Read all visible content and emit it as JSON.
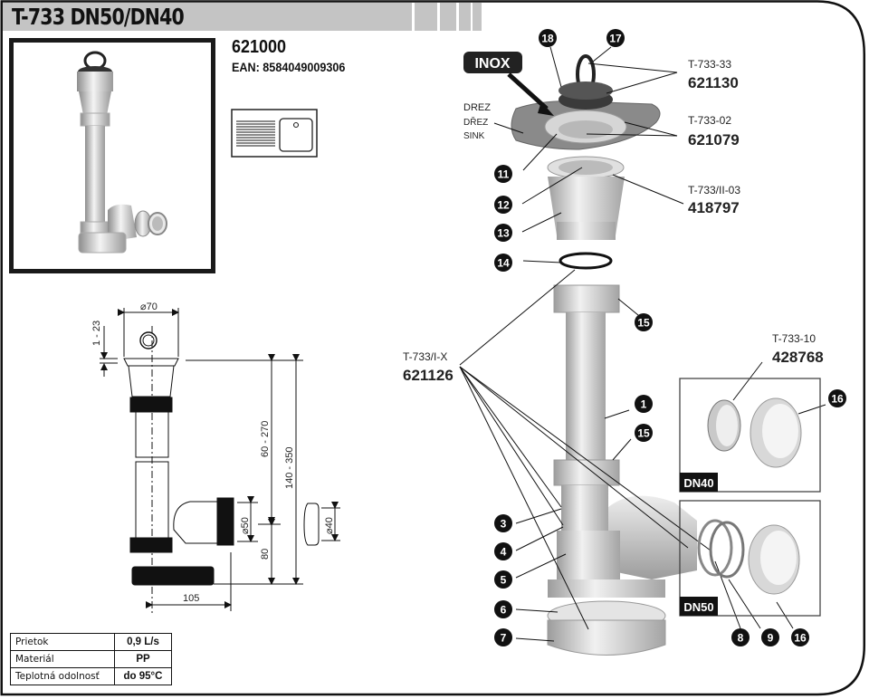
{
  "header": {
    "title": "T-733 DN50/DN40"
  },
  "product": {
    "code": "621000",
    "ean": "EAN: 8584049009306",
    "photo_icon": "siphon-photo",
    "sink_icon": "sink-icon"
  },
  "drawing": {
    "dim_top_diameter": "⌀70",
    "dim_stopper_gap": "1 - 23",
    "dim_range_short": "60 - 270",
    "dim_range_total": "140 - 350",
    "dim_outlet_diameter": "⌀50",
    "dim_adapter_diameter": "⌀40",
    "dim_outlet_height": "80",
    "dim_horizontal": "105"
  },
  "specs": [
    {
      "key": "Prietok",
      "value": "0,9 L/s"
    },
    {
      "key": "Materiál",
      "value": "PP"
    },
    {
      "key": "Teplotná odolnosť",
      "value": "do 95°C"
    }
  ],
  "exploded": {
    "inox_label": "INOX",
    "sink_labels": [
      "DREZ",
      "DŘEZ",
      "SINK"
    ],
    "parts": [
      {
        "sku": "T-733-33",
        "code": "621130"
      },
      {
        "sku": "T-733-02",
        "code": "621079"
      },
      {
        "sku": "T-733/II-03",
        "code": "418797"
      },
      {
        "sku": "T-733/I-X",
        "code": "621126"
      },
      {
        "sku": "T-733-10",
        "code": "428768"
      }
    ],
    "callouts": [
      "18",
      "17",
      "11",
      "12",
      "13",
      "14",
      "15",
      "1",
      "15",
      "3",
      "4",
      "5",
      "6",
      "7",
      "16",
      "8",
      "9",
      "16"
    ],
    "dn40_label": "DN40",
    "dn50_label": "DN50"
  },
  "colors": {
    "header_gray": "#c4c4c4",
    "ink": "#111111",
    "plastic_gray": "#cfcfcf",
    "dark_part": "#2a2a2a"
  }
}
